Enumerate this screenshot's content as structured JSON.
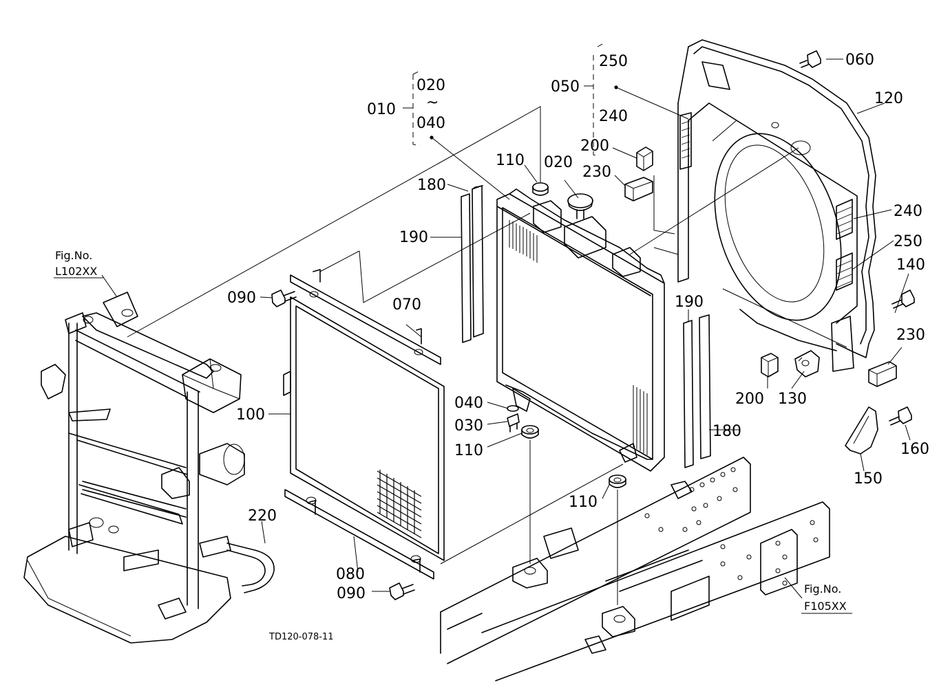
{
  "labels": {
    "p010": "010",
    "p020_top": "020",
    "p020_tilde": "~",
    "p040_top": "040",
    "p020": "020",
    "p030": "030",
    "p040": "040",
    "p050": "050",
    "p060": "060",
    "p070": "070",
    "p080": "080",
    "p090_top": "090",
    "p090_bottom": "090",
    "p100": "100",
    "p110_top": "110",
    "p110_mid": "110",
    "p110_right": "110",
    "p120": "120",
    "p130": "130",
    "p140": "140",
    "p150": "150",
    "p160": "160",
    "p180_left": "180",
    "p180_right": "180",
    "p190_left": "190",
    "p190_right": "190",
    "p200_top": "200",
    "p200_bottom": "200",
    "p220": "220",
    "p230_top": "230",
    "p230_right": "230",
    "p240_top": "240",
    "p240_right": "240",
    "p250_top": "250",
    "p250_right": "250"
  },
  "references": {
    "left_fig_title": "Fig.No.",
    "left_fig_number": "L102XX",
    "right_fig_title": "Fig.No.",
    "right_fig_number": "F105XX"
  },
  "drawing_code": "TD120-078-11"
}
